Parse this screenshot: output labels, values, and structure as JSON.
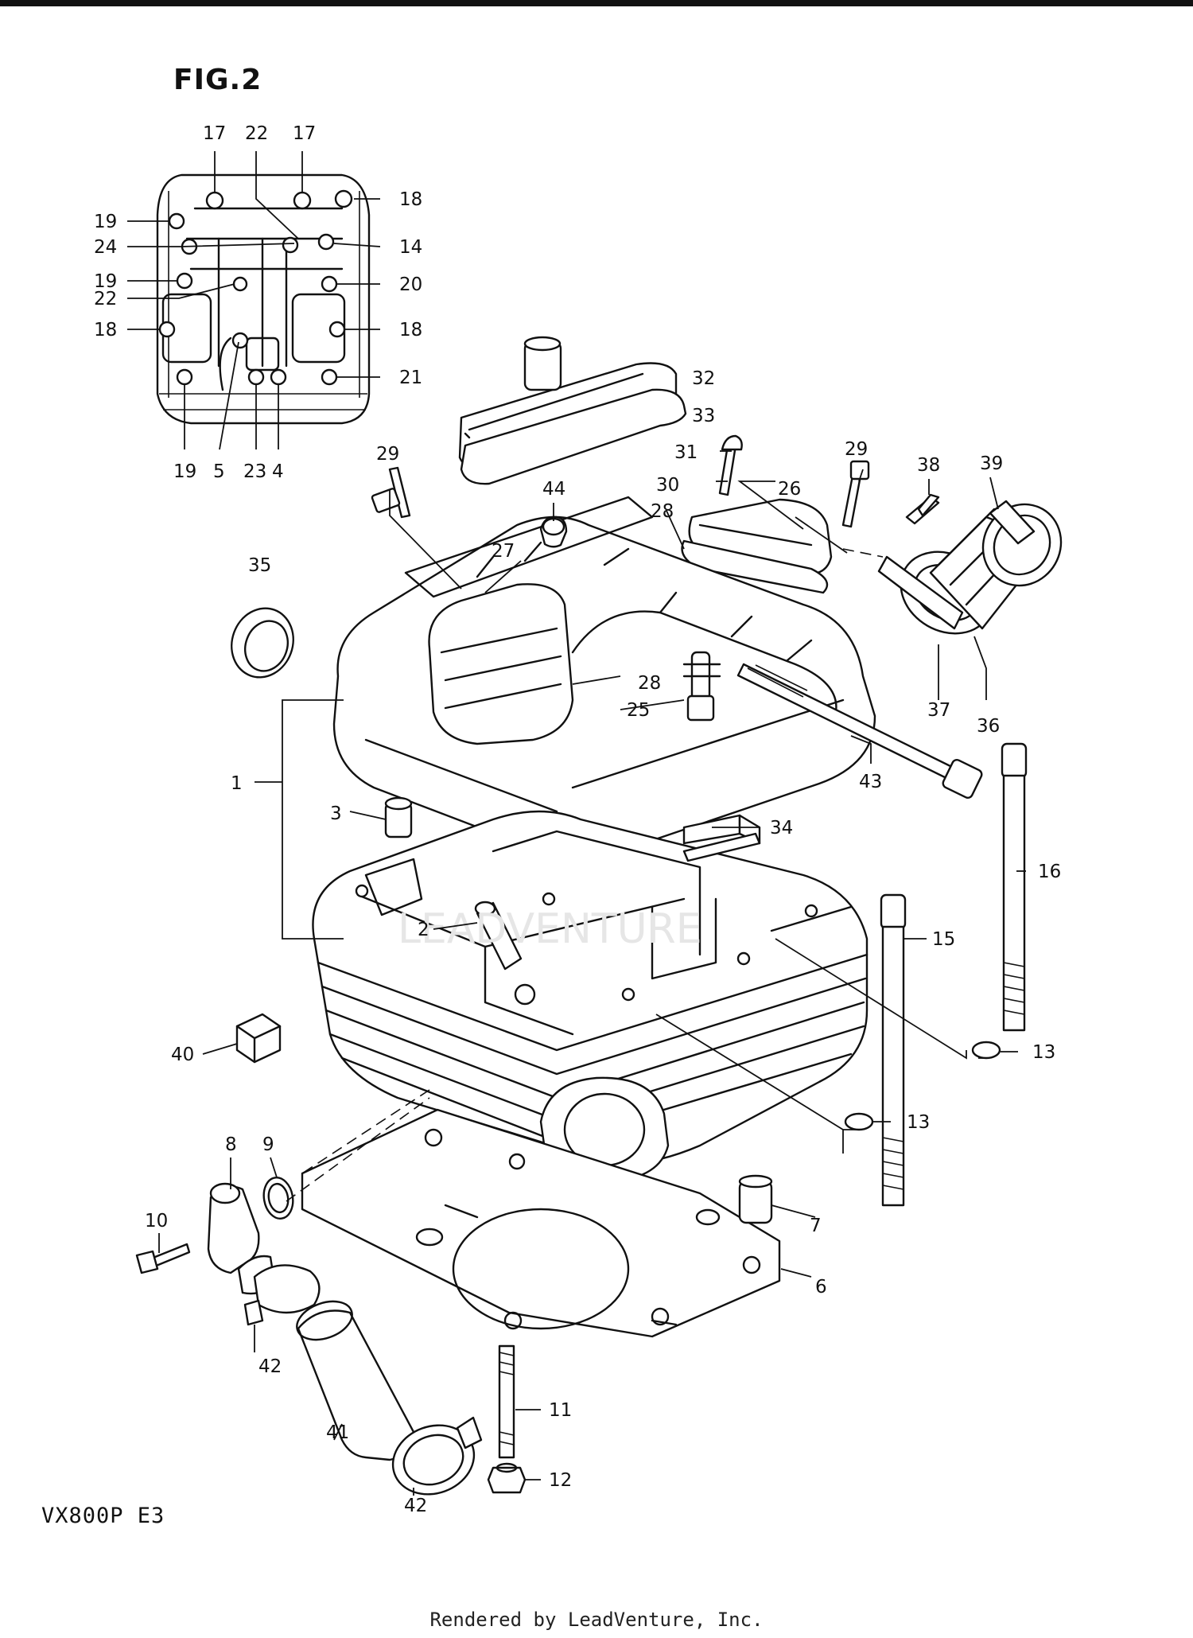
{
  "figure": {
    "title": "FIG.2",
    "model_code": "VX800P  E3",
    "footer": "Rendered by LeadVenture, Inc."
  },
  "callouts": {
    "c1": "1",
    "c2": "2",
    "c3": "3",
    "c4": "4",
    "c5": "5",
    "c6": "6",
    "c7": "7",
    "c8": "8",
    "c9": "9",
    "c10": "10",
    "c11": "11",
    "c12": "12",
    "c13a": "13",
    "c13b": "13",
    "c14": "14",
    "c15": "15",
    "c16": "16",
    "c17a": "17",
    "c17b": "17",
    "c18a": "18",
    "c18b": "18",
    "c18c": "18",
    "c19a": "19",
    "c19b": "19",
    "c19c": "19",
    "c20": "20",
    "c21": "21",
    "c22a": "22",
    "c22b": "22",
    "c23": "23",
    "c24": "24",
    "c25": "25",
    "c26": "26",
    "c27": "27",
    "c28a": "28",
    "c28b": "28",
    "c29a": "29",
    "c29b": "29",
    "c30": "30",
    "c31": "31",
    "c32": "32",
    "c33": "33",
    "c34": "34",
    "c35": "35",
    "c36": "36",
    "c37": "37",
    "c38": "38",
    "c39": "39",
    "c40": "40",
    "c41": "41",
    "c42a": "42",
    "c42b": "42",
    "c43": "43",
    "c44": "44"
  }
}
